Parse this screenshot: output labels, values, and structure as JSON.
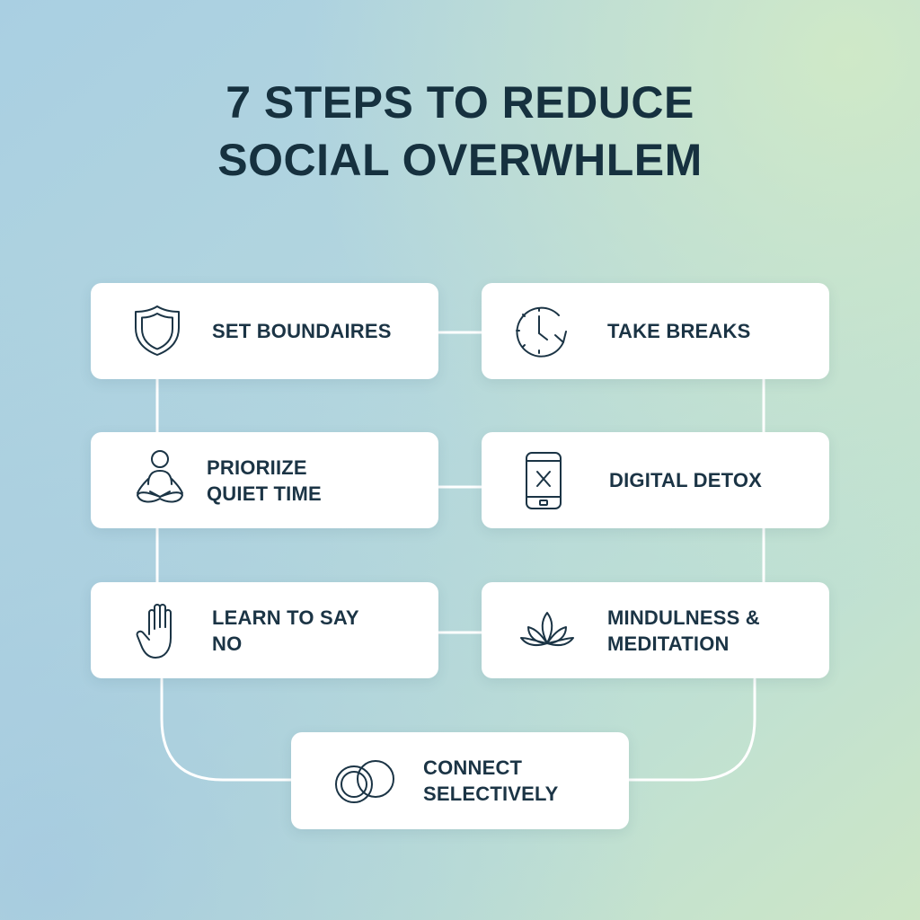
{
  "title": {
    "line1": "7 STEPS TO REDUCE",
    "line2": "SOCIAL OVERWHLEM"
  },
  "steps": [
    {
      "icon": "shield-icon",
      "line1": "SET BOUNDAIRES",
      "line2": ""
    },
    {
      "icon": "clock-icon",
      "line1": "TAKE BREAKS",
      "line2": ""
    },
    {
      "icon": "meditating-person-icon",
      "line1": "PRIORIIZE",
      "line2": "QUIET TIME"
    },
    {
      "icon": "phone-off-icon",
      "line1": "DIGITAL DETOX",
      "line2": ""
    },
    {
      "icon": "raised-hand-icon",
      "line1": "LEARN TO SAY",
      "line2": "NO"
    },
    {
      "icon": "lotus-icon",
      "line1": "MINDULNESS &",
      "line2": "MEDITATION"
    },
    {
      "icon": "overlapping-circles-icon",
      "line1": "CONNECT",
      "line2": "SELECTIVELY"
    }
  ],
  "colors": {
    "text": "#1b3445",
    "card": "#ffffff",
    "connector": "#ffffff"
  }
}
